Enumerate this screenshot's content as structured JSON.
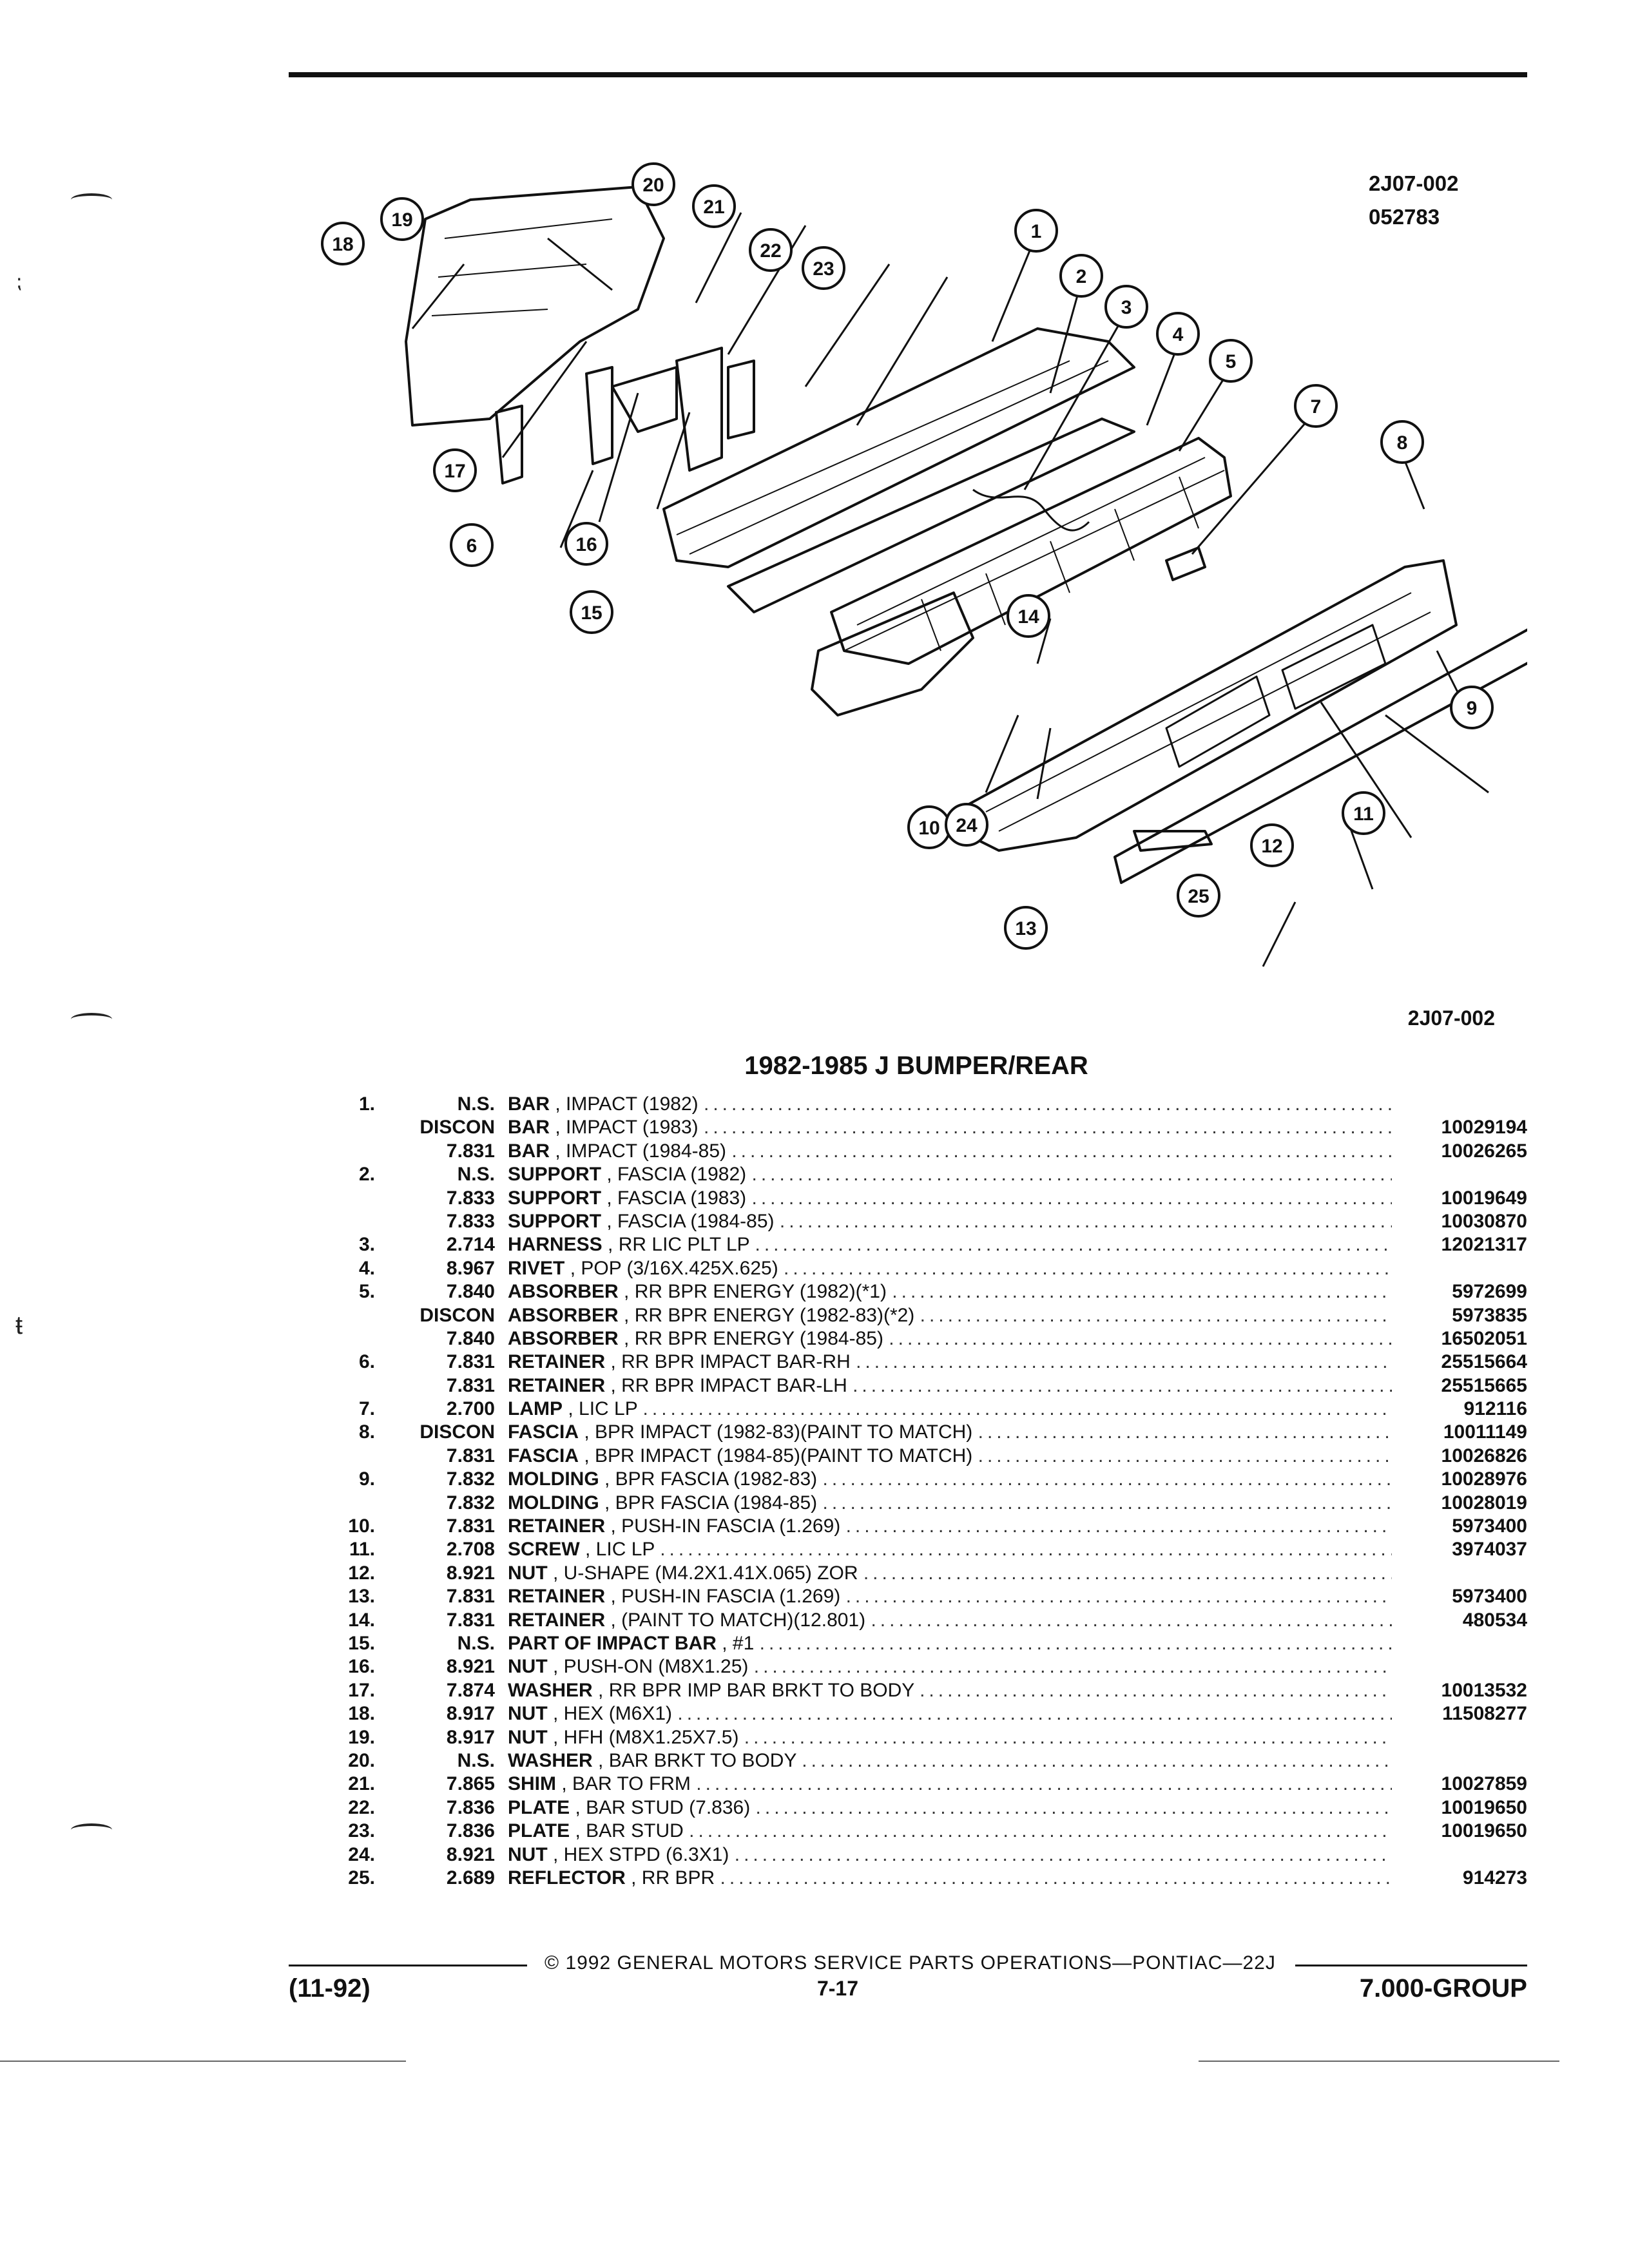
{
  "header": {
    "ref_line1": "2J07-002",
    "ref_line2": "052783"
  },
  "diagram": {
    "ref_bottom": "2J07-002",
    "callouts": [
      "1",
      "2",
      "3",
      "4",
      "5",
      "6",
      "7",
      "8",
      "9",
      "10",
      "11",
      "12",
      "13",
      "14",
      "15",
      "16",
      "17",
      "18",
      "19",
      "20",
      "21",
      "22",
      "23",
      "24",
      "25"
    ]
  },
  "title": "1982-1985 J BUMPER/REAR",
  "parts": [
    {
      "no": "1.",
      "group": "N.S.",
      "name": "BAR",
      "detail": ", IMPACT (1982)",
      "part": ""
    },
    {
      "no": "",
      "group": "DISCON",
      "name": "BAR",
      "detail": ", IMPACT (1983)",
      "part": "10029194"
    },
    {
      "no": "",
      "group": "7.831",
      "name": "BAR",
      "detail": ", IMPACT (1984-85)",
      "part": "10026265"
    },
    {
      "no": "2.",
      "group": "N.S.",
      "name": "SUPPORT",
      "detail": ", FASCIA (1982)",
      "part": ""
    },
    {
      "no": "",
      "group": "7.833",
      "name": "SUPPORT",
      "detail": ", FASCIA (1983)",
      "part": "10019649"
    },
    {
      "no": "",
      "group": "7.833",
      "name": "SUPPORT",
      "detail": ", FASCIA (1984-85)",
      "part": "10030870"
    },
    {
      "no": "3.",
      "group": "2.714",
      "name": "HARNESS",
      "detail": ", RR LIC PLT LP",
      "part": "12021317"
    },
    {
      "no": "4.",
      "group": "8.967",
      "name": "RIVET",
      "detail": ", POP (3/16X.425X.625)",
      "part": ""
    },
    {
      "no": "5.",
      "group": "7.840",
      "name": "ABSORBER",
      "detail": ", RR BPR ENERGY (1982)(*1)",
      "part": "5972699"
    },
    {
      "no": "",
      "group": "DISCON",
      "name": "ABSORBER",
      "detail": ", RR BPR ENERGY (1982-83)(*2)",
      "part": "5973835"
    },
    {
      "no": "",
      "group": "7.840",
      "name": "ABSORBER",
      "detail": ", RR BPR ENERGY (1984-85)",
      "part": "16502051"
    },
    {
      "no": "6.",
      "group": "7.831",
      "name": "RETAINER",
      "detail": ", RR BPR IMPACT BAR-RH",
      "part": "25515664"
    },
    {
      "no": "",
      "group": "7.831",
      "name": "RETAINER",
      "detail": ", RR BPR IMPACT BAR-LH",
      "part": "25515665"
    },
    {
      "no": "7.",
      "group": "2.700",
      "name": "LAMP",
      "detail": ", LIC LP",
      "part": "912116"
    },
    {
      "no": "8.",
      "group": "DISCON",
      "name": "FASCIA",
      "detail": ", BPR IMPACT (1982-83)(PAINT TO MATCH)",
      "part": "10011149"
    },
    {
      "no": "",
      "group": "7.831",
      "name": "FASCIA",
      "detail": ", BPR IMPACT (1984-85)(PAINT TO MATCH)",
      "part": "10026826"
    },
    {
      "no": "9.",
      "group": "7.832",
      "name": "MOLDING",
      "detail": ", BPR FASCIA (1982-83)",
      "part": "10028976"
    },
    {
      "no": "",
      "group": "7.832",
      "name": "MOLDING",
      "detail": ", BPR FASCIA (1984-85)",
      "part": "10028019"
    },
    {
      "no": "10.",
      "group": "7.831",
      "name": "RETAINER",
      "detail": ", PUSH-IN FASCIA (1.269)",
      "part": "5973400"
    },
    {
      "no": "11.",
      "group": "2.708",
      "name": "SCREW",
      "detail": ", LIC LP",
      "part": "3974037"
    },
    {
      "no": "12.",
      "group": "8.921",
      "name": "NUT",
      "detail": ", U-SHAPE (M4.2X1.41X.065) ZOR",
      "part": ""
    },
    {
      "no": "13.",
      "group": "7.831",
      "name": "RETAINER",
      "detail": ", PUSH-IN FASCIA (1.269)",
      "part": "5973400"
    },
    {
      "no": "14.",
      "group": "7.831",
      "name": "RETAINER",
      "detail": ", (PAINT TO MATCH)(12.801)",
      "part": "480534"
    },
    {
      "no": "15.",
      "group": "N.S.",
      "name": "PART OF IMPACT BAR",
      "detail": ", #1",
      "part": ""
    },
    {
      "no": "16.",
      "group": "8.921",
      "name": "NUT",
      "detail": ", PUSH-ON (M8X1.25)",
      "part": ""
    },
    {
      "no": "17.",
      "group": "7.874",
      "name": "WASHER",
      "detail": ", RR BPR IMP BAR BRKT TO BODY",
      "part": "10013532"
    },
    {
      "no": "18.",
      "group": "8.917",
      "name": "NUT",
      "detail": ", HEX (M6X1)",
      "part": "11508277"
    },
    {
      "no": "19.",
      "group": "8.917",
      "name": "NUT",
      "detail": ", HFH (M8X1.25X7.5)",
      "part": ""
    },
    {
      "no": "20.",
      "group": "N.S.",
      "name": "WASHER",
      "detail": ", BAR BRKT TO BODY",
      "part": ""
    },
    {
      "no": "21.",
      "group": "7.865",
      "name": "SHIM",
      "detail": ", BAR TO FRM",
      "part": "10027859"
    },
    {
      "no": "22.",
      "group": "7.836",
      "name": "PLATE",
      "detail": ", BAR STUD (7.836)",
      "part": "10019650"
    },
    {
      "no": "23.",
      "group": "7.836",
      "name": "PLATE",
      "detail": ", BAR STUD",
      "part": "10019650"
    },
    {
      "no": "24.",
      "group": "8.921",
      "name": "NUT",
      "detail": ", HEX STPD (6.3X1)",
      "part": ""
    },
    {
      "no": "25.",
      "group": "2.689",
      "name": "REFLECTOR",
      "detail": ", RR BPR",
      "part": "914273"
    }
  ],
  "footer": {
    "copyright": "© 1992 GENERAL MOTORS SERVICE PARTS OPERATIONS—PONTIAC—22J",
    "date": "(11-92)",
    "page": "7-17",
    "group": "7.000-GROUP"
  }
}
